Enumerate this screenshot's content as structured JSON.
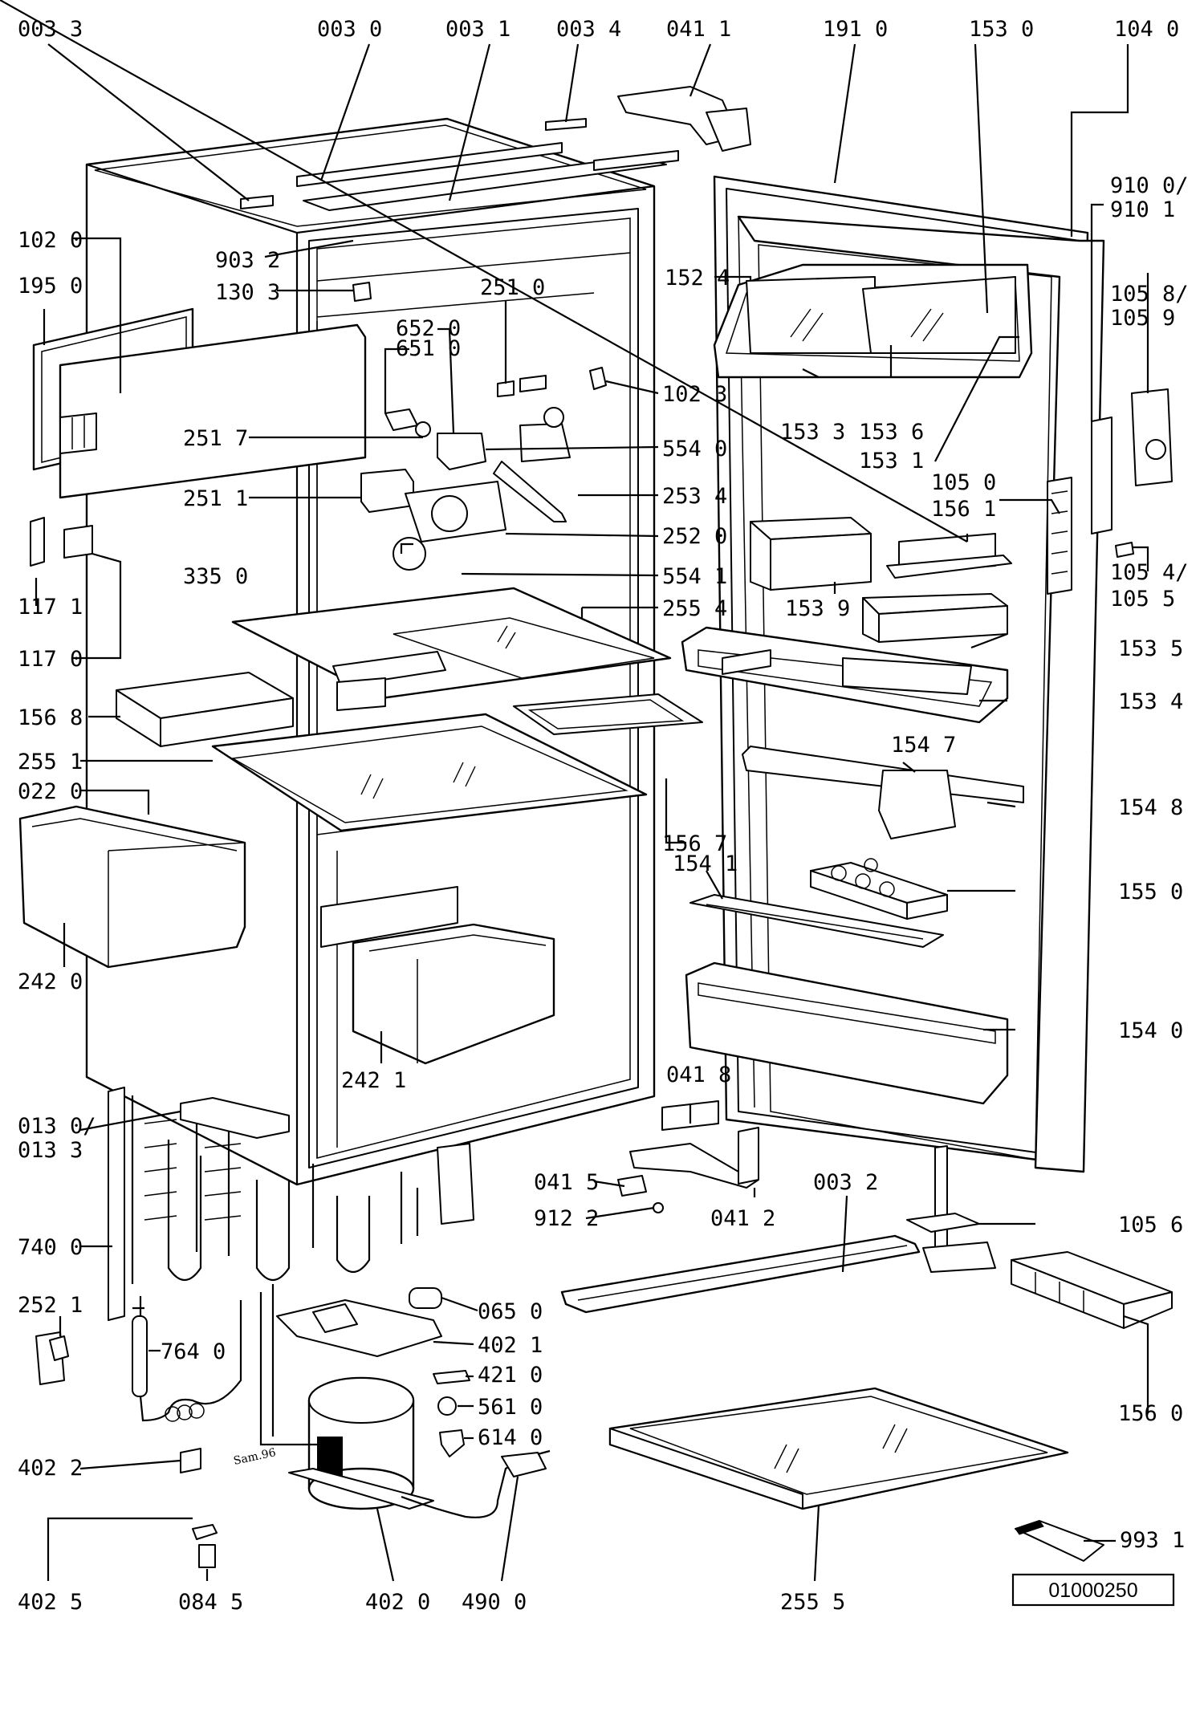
{
  "labels": [
    {
      "id": "p0033",
      "text": "003 3"
    },
    {
      "id": "p0030",
      "text": "003 0"
    },
    {
      "id": "p0031",
      "text": "003 1"
    },
    {
      "id": "p0034",
      "text": "003 4"
    },
    {
      "id": "p0411",
      "text": "041 1"
    },
    {
      "id": "p1910",
      "text": "191 0"
    },
    {
      "id": "p1530",
      "text": "153 0"
    },
    {
      "id": "p1040",
      "text": "104 0"
    },
    {
      "id": "p9100",
      "text": "910 0/"
    },
    {
      "id": "p9101",
      "text": "910 1"
    },
    {
      "id": "p1020",
      "text": "102 0"
    },
    {
      "id": "p9032",
      "text": "903 2"
    },
    {
      "id": "p1950",
      "text": "195 0"
    },
    {
      "id": "p1303",
      "text": "130 3"
    },
    {
      "id": "p2510",
      "text": "251 0"
    },
    {
      "id": "p1524",
      "text": "152 4"
    },
    {
      "id": "p1058",
      "text": "105 8/"
    },
    {
      "id": "p1059",
      "text": "105 9"
    },
    {
      "id": "p6520",
      "text": "652 0"
    },
    {
      "id": "p6510",
      "text": "651 0"
    },
    {
      "id": "p1023",
      "text": "102 3"
    },
    {
      "id": "p2517",
      "text": "251 7"
    },
    {
      "id": "p5540",
      "text": "554 0"
    },
    {
      "id": "p1533",
      "text": "153 3"
    },
    {
      "id": "p1536",
      "text": "153 6"
    },
    {
      "id": "p1531",
      "text": "153 1"
    },
    {
      "id": "p2511",
      "text": "251 1"
    },
    {
      "id": "p2534",
      "text": "253 4"
    },
    {
      "id": "p1050",
      "text": "105 0"
    },
    {
      "id": "p1561",
      "text": "156 1"
    },
    {
      "id": "p2520",
      "text": "252 0"
    },
    {
      "id": "p1054",
      "text": "105 4/"
    },
    {
      "id": "p1055",
      "text": "105 5"
    },
    {
      "id": "p1171",
      "text": "117 1"
    },
    {
      "id": "p3350",
      "text": "335 0"
    },
    {
      "id": "p5541",
      "text": "554 1"
    },
    {
      "id": "p1539",
      "text": "153 9"
    },
    {
      "id": "p2554",
      "text": "255 4"
    },
    {
      "id": "p1170",
      "text": "117 0"
    },
    {
      "id": "p1535",
      "text": "153 5"
    },
    {
      "id": "p1534",
      "text": "153 4"
    },
    {
      "id": "p1568",
      "text": "156 8"
    },
    {
      "id": "p2551",
      "text": "255 1"
    },
    {
      "id": "p1547",
      "text": "154 7"
    },
    {
      "id": "p0220",
      "text": "022 0"
    },
    {
      "id": "p1548",
      "text": "154 8"
    },
    {
      "id": "p1567",
      "text": "156 7"
    },
    {
      "id": "p1541",
      "text": "154 1"
    },
    {
      "id": "p1550",
      "text": "155 0"
    },
    {
      "id": "p2420",
      "text": "242 0"
    },
    {
      "id": "p1540",
      "text": "154 0"
    },
    {
      "id": "p2421",
      "text": "242 1"
    },
    {
      "id": "p0418",
      "text": "041 8"
    },
    {
      "id": "p0130",
      "text": "013 0/"
    },
    {
      "id": "p0133",
      "text": "013 3"
    },
    {
      "id": "p0415",
      "text": "041 5"
    },
    {
      "id": "p0032",
      "text": "003 2"
    },
    {
      "id": "p9122",
      "text": "912 2"
    },
    {
      "id": "p0412",
      "text": "041 2"
    },
    {
      "id": "p1056",
      "text": "105 6"
    },
    {
      "id": "p7400",
      "text": "740 0"
    },
    {
      "id": "p2521",
      "text": "252 1"
    },
    {
      "id": "p0650",
      "text": "065 0"
    },
    {
      "id": "p4021",
      "text": "402 1"
    },
    {
      "id": "p7640",
      "text": "764 0"
    },
    {
      "id": "p4210",
      "text": "421 0"
    },
    {
      "id": "p5610",
      "text": "561 0"
    },
    {
      "id": "p6140",
      "text": "614 0"
    },
    {
      "id": "p1560",
      "text": "156 0"
    },
    {
      "id": "p4022",
      "text": "402 2"
    },
    {
      "id": "p9931",
      "text": "993 1"
    },
    {
      "id": "p4025",
      "text": "402 5"
    },
    {
      "id": "p0845",
      "text": "084 5"
    },
    {
      "id": "p4020",
      "text": "402 0"
    },
    {
      "id": "p4900",
      "text": "490 0"
    },
    {
      "id": "p2555",
      "text": "255 5"
    }
  ],
  "doc_number": "01000250",
  "sign_text": "Sam.96"
}
